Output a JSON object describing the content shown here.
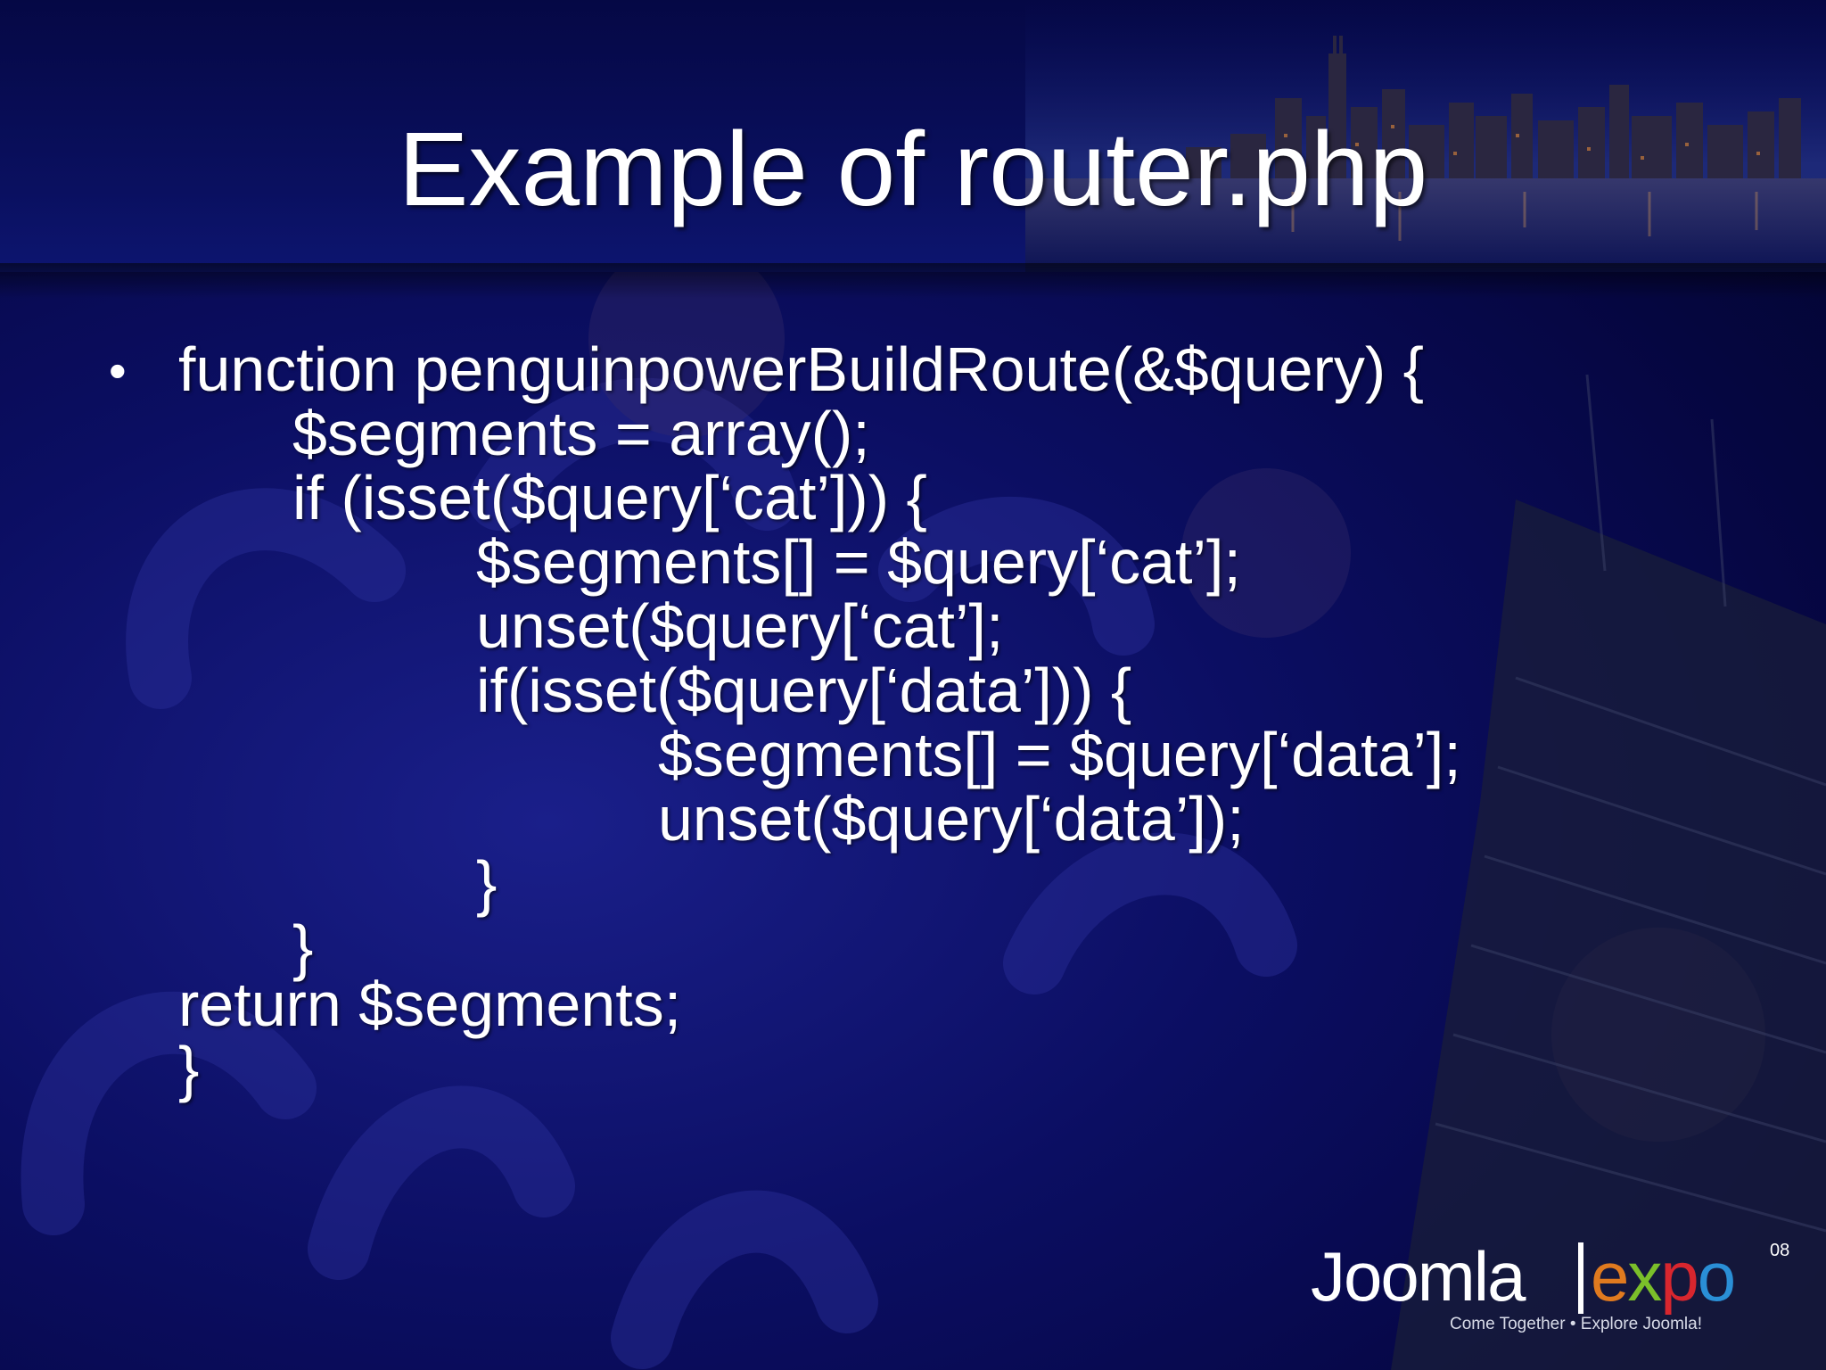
{
  "slide": {
    "title": "Example of router.php",
    "bullet_char": "•",
    "code_lines": [
      "function penguinpowerBuildRoute(&$query) {",
      "$segments = array();",
      "if (isset($query[‘cat’])) {",
      "$segments[] = $query[‘cat’];",
      "unset($query[‘cat’];",
      "if(isset($query[‘data’])) {",
      "$segments[] = $query[‘data’];",
      "unset($query[‘data’]);",
      "}",
      "}",
      "return $segments;",
      "}"
    ]
  },
  "logo": {
    "brand_left": "Joomla",
    "brand_right": "expo",
    "edition": "08",
    "tagline": "Come Together • Explore Joomla!"
  },
  "colors": {
    "background": "#0b0e62",
    "text": "#ffffff",
    "expo_e": "#e07a1f",
    "expo_x": "#7bbf2a",
    "expo_p": "#d8262e",
    "expo_o": "#2a8fd6"
  }
}
